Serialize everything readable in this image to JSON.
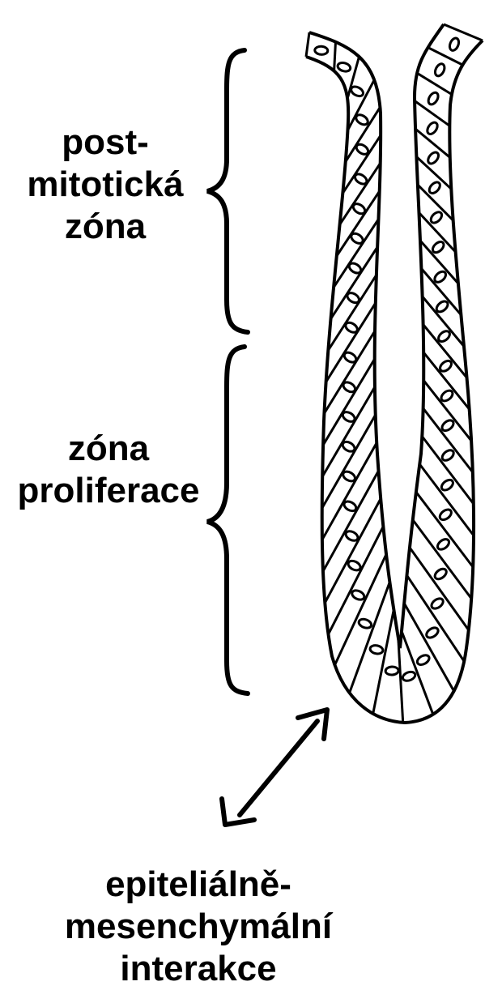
{
  "labels": {
    "postmitotic": [
      "post-",
      "mitotická",
      "zóna"
    ],
    "proliferation": [
      "zóna",
      "proliferace"
    ],
    "interaction": [
      "epiteliálně-",
      "mesenchymální",
      "interakce"
    ]
  },
  "colors": {
    "stroke": "#000000",
    "background": "#ffffff"
  }
}
